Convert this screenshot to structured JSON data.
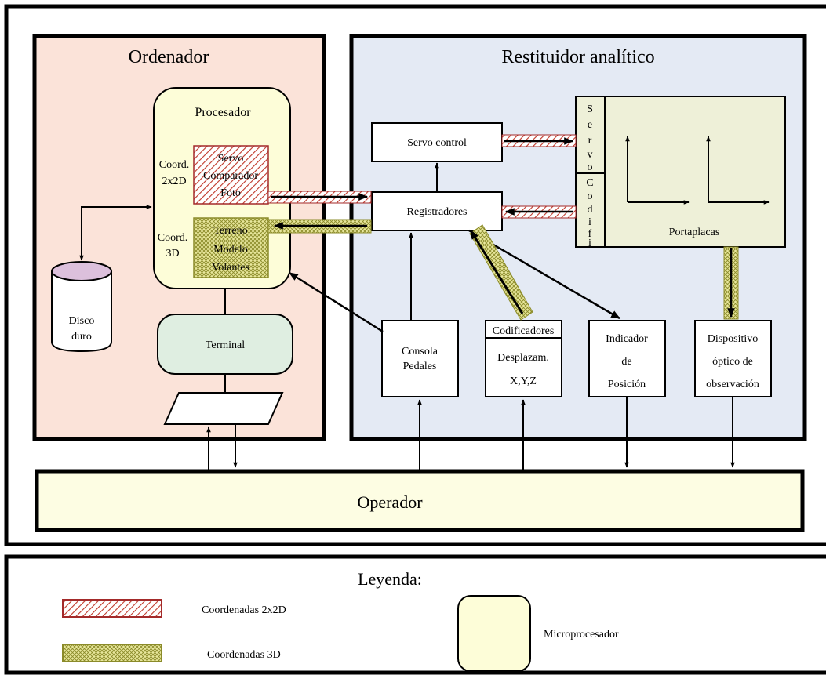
{
  "colors": {
    "ordenador_bg": "#fbe3d9",
    "restituidor_bg": "#e4eaf4",
    "processor_bg": "#fdfdd8",
    "portaplacas_bg": "#eef0d8",
    "terminal_bg": "#dfeee1",
    "disco_top": "#dcc0dc",
    "operador_bg": "#fdfde3",
    "coord2d_stroke": "#a32a2a",
    "coord3d_stroke": "#8b8b2a"
  },
  "ordenador": {
    "title": "Ordenador",
    "procesador": {
      "title": "Procesador",
      "coord2d_label_1": "Coord.",
      "coord2d_label_2": "2x2D",
      "coord3d_label_1": "Coord.",
      "coord3d_label_2": "3D",
      "box2d_lines": [
        "Servo",
        "Comparador",
        "Foto"
      ],
      "box3d_lines": [
        "Terreno",
        "Modelo",
        "Volantes"
      ]
    },
    "disco": [
      "Disco",
      "duro"
    ],
    "terminal": "Terminal"
  },
  "restituidor": {
    "title": "Restituidor analítico",
    "servo_control": "Servo control",
    "registradores": "Registradores",
    "servo_letters": [
      "S",
      "e",
      "r",
      "v",
      "o"
    ],
    "codifi_letters": [
      "C",
      "o",
      "d",
      "i",
      "f",
      "i"
    ],
    "portaplacas": "Portaplacas",
    "consola": [
      "Consola",
      "Pedales"
    ],
    "codificadores_header": "Codificadores",
    "codificadores_body": [
      "Desplazam.",
      "X,Y,Z"
    ],
    "indicador": [
      "Indicador",
      "de",
      "Posición"
    ],
    "dispositivo": [
      "Dispositivo",
      "óptico de",
      "observación"
    ]
  },
  "operador": "Operador",
  "legend": {
    "title": "Leyenda:",
    "coord2d": "Coordenadas 2x2D",
    "coord3d": "Coordenadas 3D",
    "micro": "Microprocesador"
  }
}
